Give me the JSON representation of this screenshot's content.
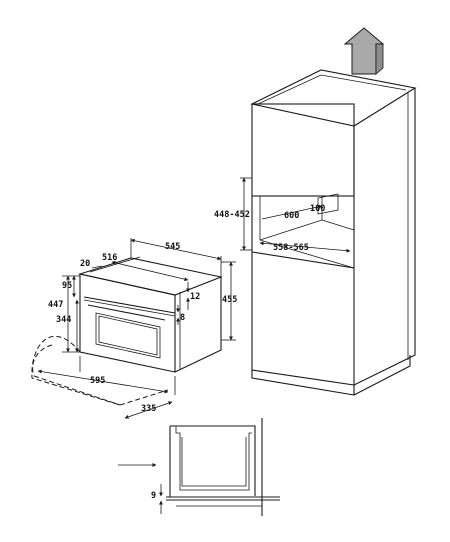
{
  "colors": {
    "line": "#1a1a1a",
    "arrow_fill": "#a9a9a9"
  },
  "oven": {
    "depth_total": "545",
    "depth_body": "516",
    "front_offset": "20",
    "panel_height": "95",
    "height_front": "447",
    "door_height": "344",
    "height_body": "455",
    "control_gap": "12",
    "door_gap": "8",
    "width": "595",
    "door_open": "335"
  },
  "cabinet": {
    "niche_height": "448-452",
    "niche_depth": "600",
    "vent_gap": "100",
    "niche_width": "558-565"
  },
  "detail": {
    "bottom_gap": "9"
  }
}
